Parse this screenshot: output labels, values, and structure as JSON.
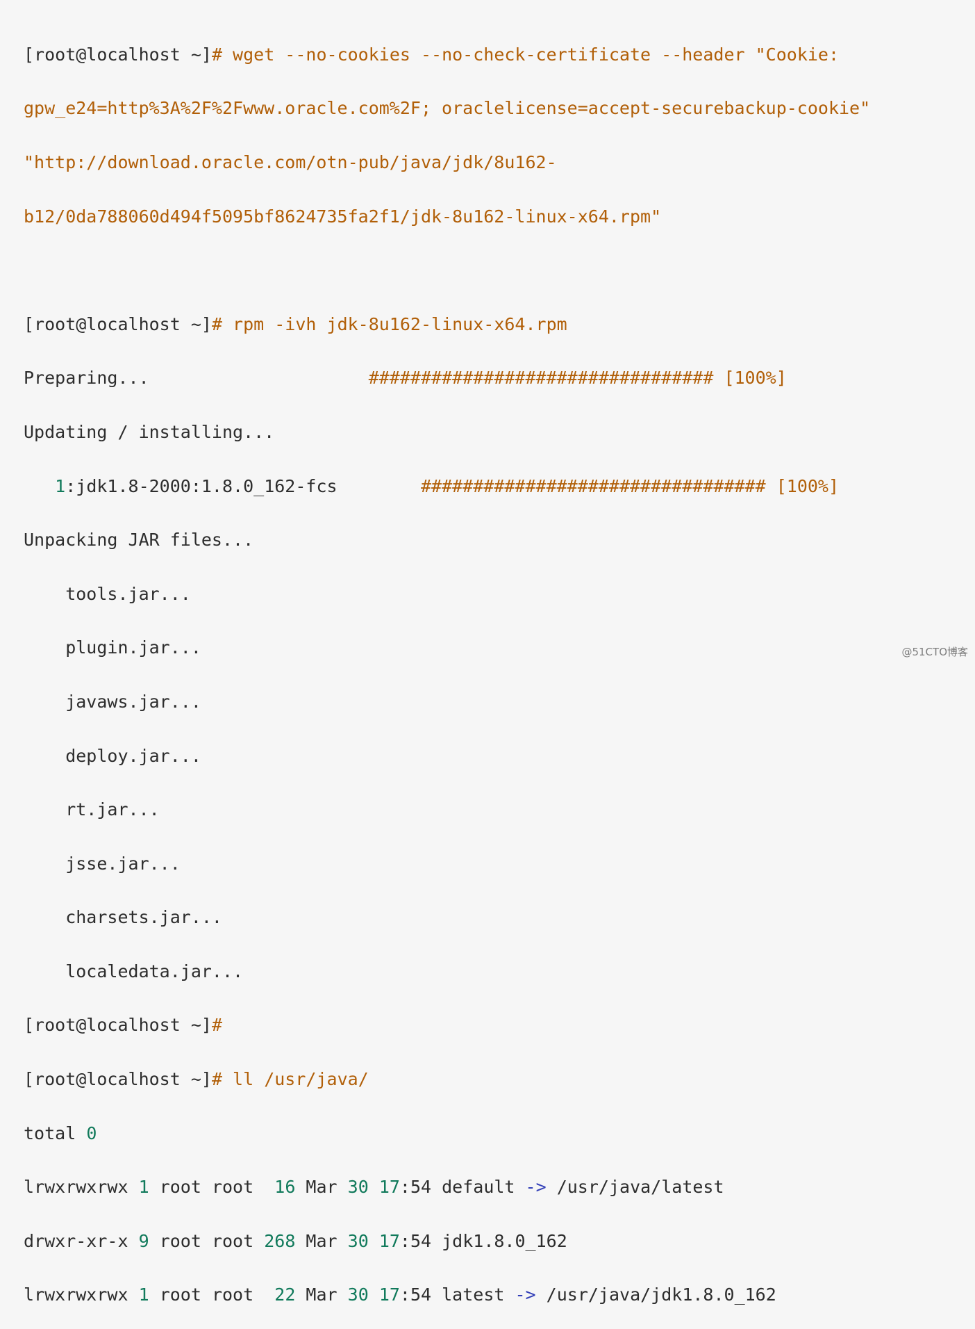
{
  "terminal": {
    "line1": {
      "prompt": "[root@localhost ~]",
      "hash": "#",
      "cmd": " wget --no-cookies --no-check-certificate --header \"Cookie:"
    },
    "line2": "gpw_e24=http%3A%2F%2Fwww.oracle.com%2F; oraclelicense=accept-securebackup-cookie\"",
    "line3": "\"http://download.oracle.com/otn-pub/java/jdk/8u162-",
    "line4": "b12/0da788060d494f5095bf8624735fa2f1/jdk-8u162-linux-x64.rpm\"",
    "line6": {
      "prompt": "[root@localhost ~]",
      "hash": "#",
      "cmd": " rpm -ivh jdk-8u162-linux-x64.rpm"
    },
    "line7": {
      "text": "Preparing...                     ",
      "progress": "################################# [100%]"
    },
    "line8": "Updating / installing...",
    "line9": {
      "indent": "   ",
      "num": "1",
      "text": ":jdk1.8-2000:1.8.0_162-fcs        ",
      "progress": "################################# [100%]"
    },
    "line10": "Unpacking JAR files...",
    "jars": [
      "    tools.jar...",
      "    plugin.jar...",
      "    javaws.jar...",
      "    deploy.jar...",
      "    rt.jar...",
      "    jsse.jar...",
      "    charsets.jar...",
      "    localedata.jar..."
    ],
    "line19": {
      "prompt": "[root@localhost ~]",
      "hash": "#"
    },
    "line20": {
      "prompt": "[root@localhost ~]",
      "hash": "#",
      "cmd": " ll /usr/java/"
    },
    "line21": {
      "text": "total ",
      "num": "0"
    },
    "listing": [
      {
        "perms": "lrwxrwxrwx ",
        "links": "1",
        "owner": " root root  ",
        "size": "16",
        "month": " Mar ",
        "day": "30",
        "sp": " ",
        "hour": "17",
        "rest": ":54 default ",
        "arrow": "->",
        "target": " /usr/java/latest"
      },
      {
        "perms": "drwxr-xr-x ",
        "links": "9",
        "owner": " root root ",
        "size": "268",
        "month": " Mar ",
        "day": "30",
        "sp": " ",
        "hour": "17",
        "rest": ":54 jdk1.8.0_162",
        "arrow": "",
        "target": ""
      },
      {
        "perms": "lrwxrwxrwx ",
        "links": "1",
        "owner": " root root  ",
        "size": "22",
        "month": " Mar ",
        "day": "30",
        "sp": " ",
        "hour": "17",
        "rest": ":54 latest ",
        "arrow": "->",
        "target": " /usr/java/jdk1.8.0_162"
      }
    ]
  },
  "watermark": "@51CTO博客"
}
